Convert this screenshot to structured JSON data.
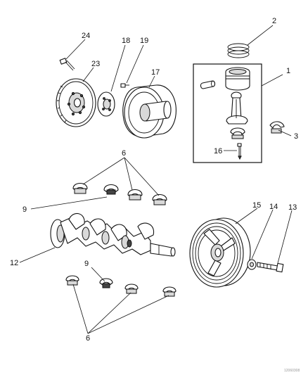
{
  "callouts": {
    "c1": "1",
    "c2": "2",
    "c3": "3",
    "c6_top": "6",
    "c6_bottom": "6",
    "c9_top": "9",
    "c9_bottom": "9",
    "c12": "12",
    "c13": "13",
    "c14": "14",
    "c15": "15",
    "c16": "16",
    "c17": "17",
    "c18": "18",
    "c19": "19",
    "c23": "23",
    "c24": "24"
  },
  "corner_code": "12060308",
  "icons": [
    "bolt-icon",
    "flywheel-icon",
    "flexplate-icon",
    "torque-converter-icon",
    "piston-ring-icon",
    "piston-icon",
    "connecting-rod-icon",
    "bearing-shell-icon",
    "crankshaft-icon",
    "damper-pulley-icon",
    "washer-icon"
  ],
  "colors": {
    "line": "#111111",
    "background": "#ffffff",
    "shade": "#d9d9d9"
  }
}
